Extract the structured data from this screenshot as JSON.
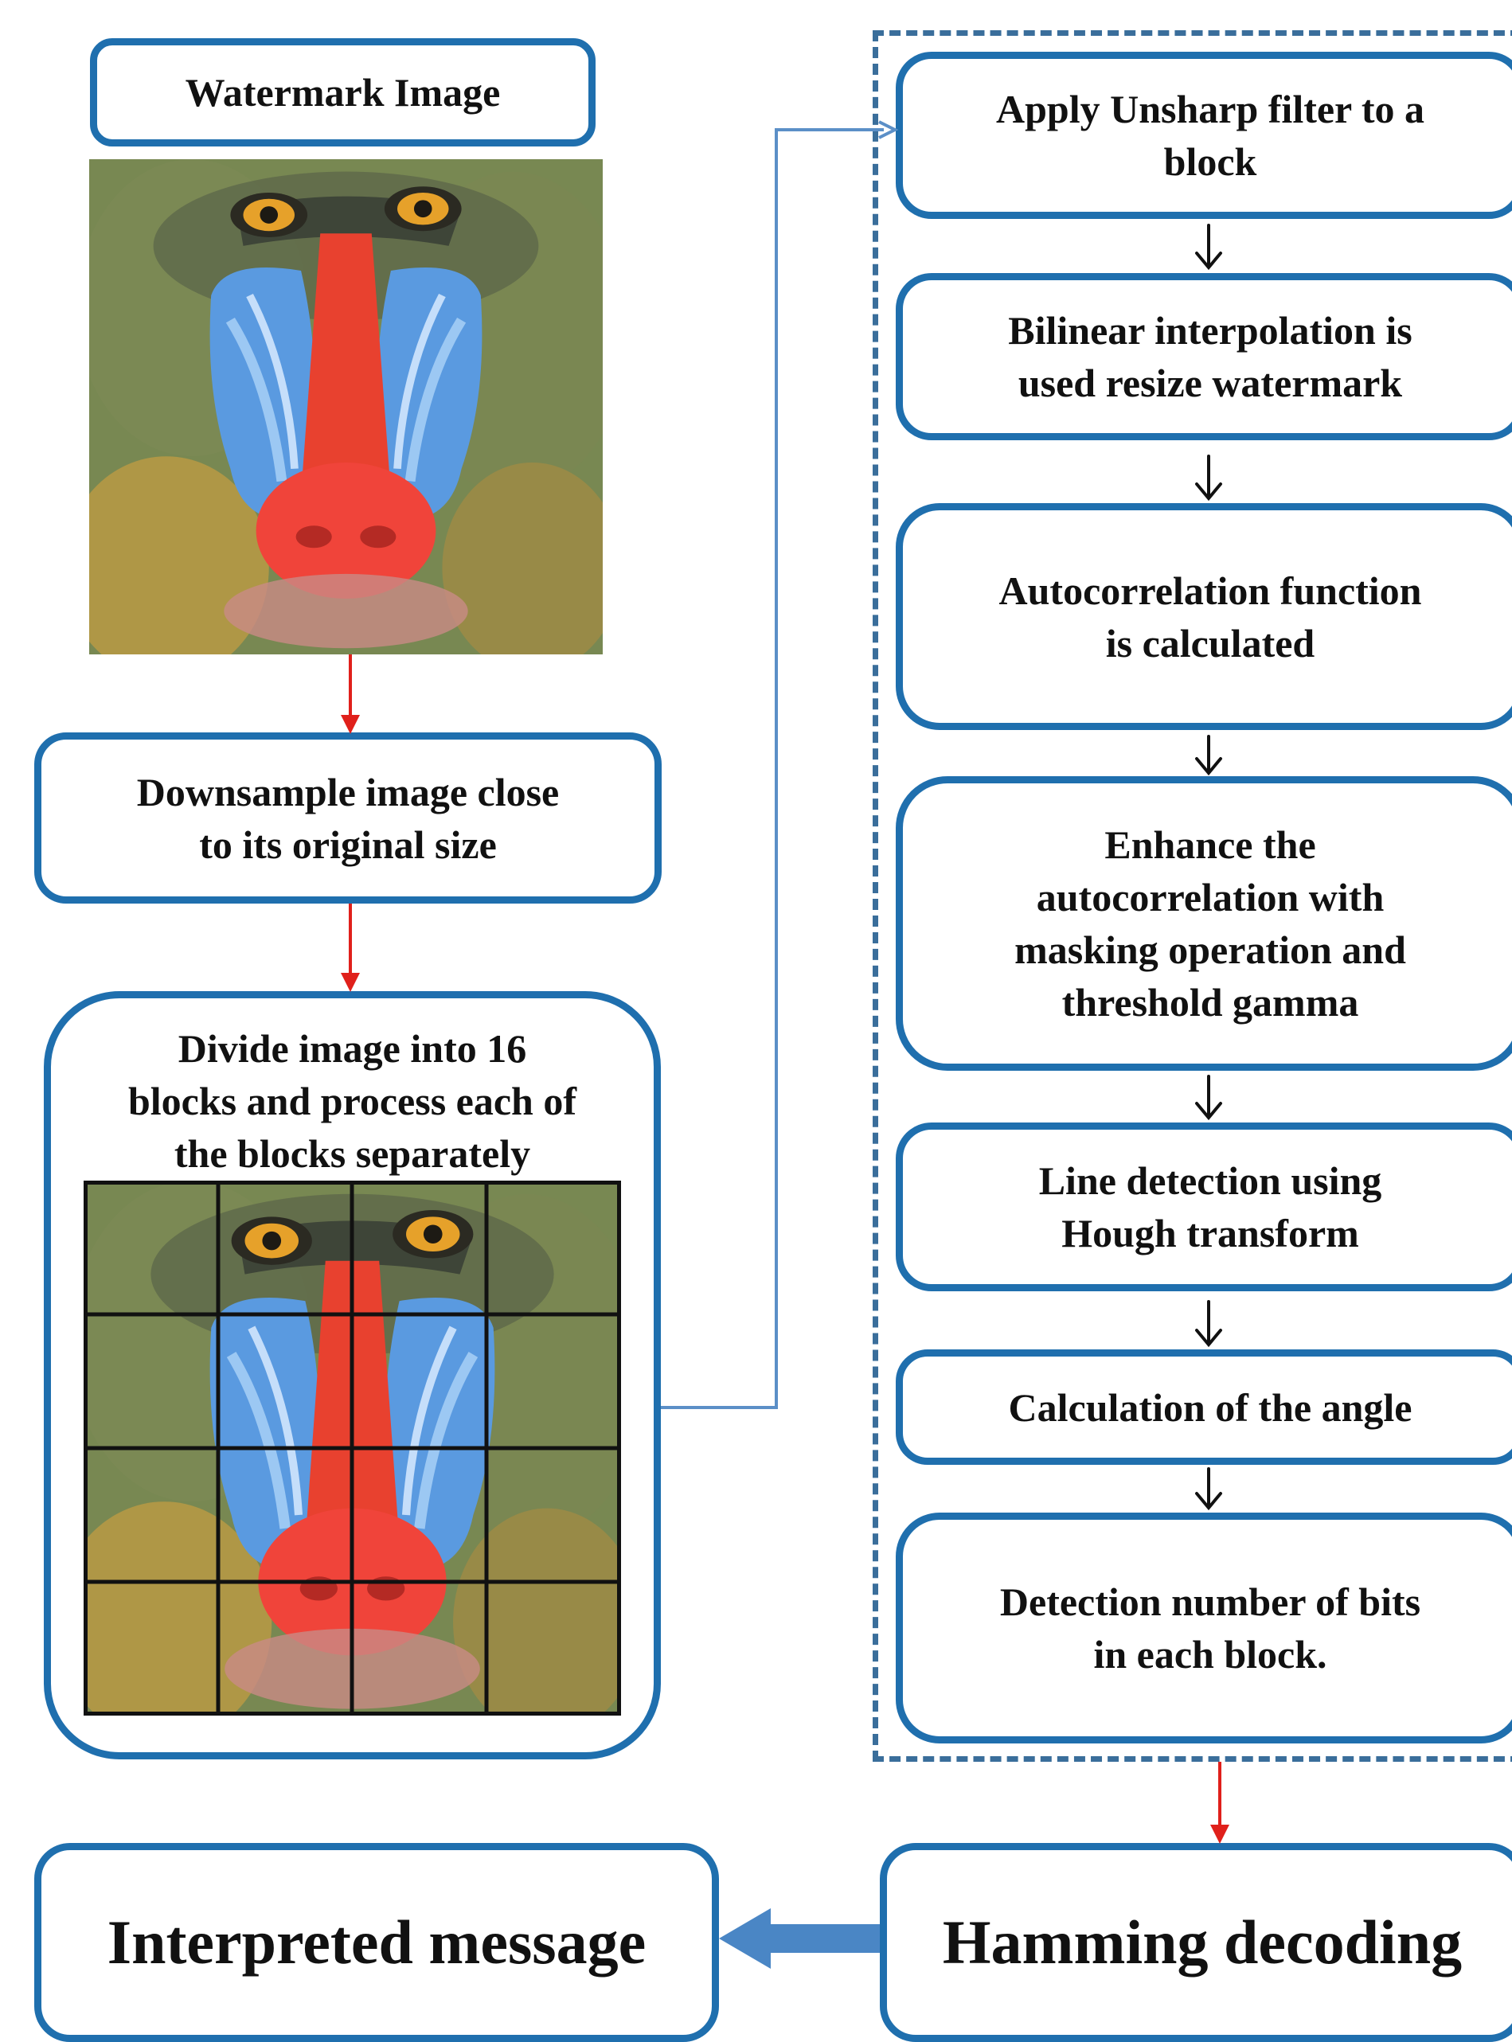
{
  "left_column": {
    "watermark_label": "Watermark  Image",
    "downsample_step": "Downsample image close\nto its original size",
    "divide_step": "Divide image into 16\nblocks and process each of\nthe blocks separately"
  },
  "block_process": {
    "steps": [
      "Apply Unsharp filter to a\nblock",
      "Bilinear interpolation is\nused resize watermark",
      "Autocorrelation  function\nis calculated",
      "Enhance the\nautocorrelation  with\nmasking operation and\nthreshold gamma",
      "Line detection  using\nHough transform",
      "Calculation of the angle",
      "Detection  number of bits\nin each block."
    ]
  },
  "bottom_row": {
    "hamming_label": "Hamming decoding",
    "output_label": "Interpreted message"
  },
  "image": {
    "grid": "4x4",
    "subject": "mandrill"
  },
  "colors": {
    "box_border": "#1f6fae",
    "dashed_border": "#3a6e9b",
    "red_arrow": "#e0201b",
    "blue_connector": "#5b8fc7",
    "thick_arrow": "#4a86c5"
  }
}
